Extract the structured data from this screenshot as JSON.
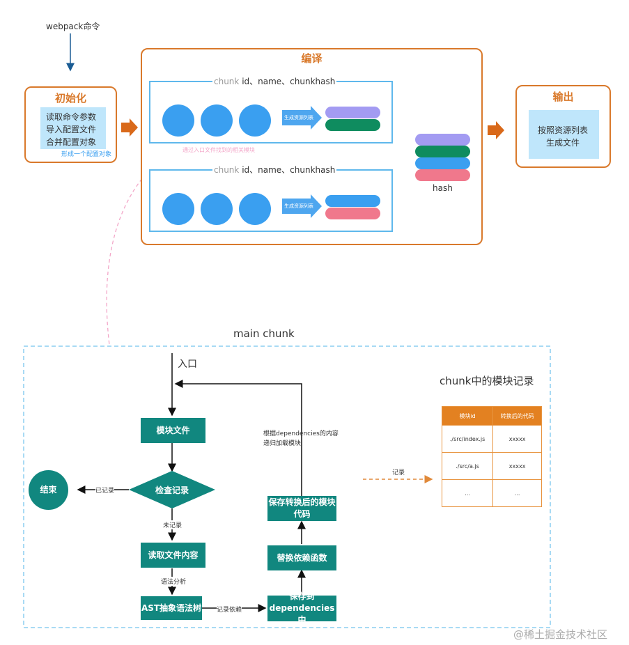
{
  "top": {
    "webpack_cmd": "webpack命令",
    "init": {
      "title": "初始化",
      "lines": [
        "读取命令参数",
        "导入配置文件",
        "合并配置对象"
      ],
      "note": "形成一个配置对象"
    },
    "compile": {
      "title": "编译",
      "chunk_label_prefix": "chunk",
      "chunk_label_suffix": " id、name、chunkhash",
      "gen_resource_label": "生成资源列表",
      "entry_note": "通过入口文件找到的相关模块",
      "hash_label": "hash"
    },
    "output": {
      "title": "输出",
      "lines": [
        "按照资源列表",
        "生成文件"
      ]
    }
  },
  "main": {
    "title": "main chunk",
    "entry": "入口",
    "module_file": "模块文件",
    "check_record": "检查记录",
    "end": "结束",
    "recorded": "已记录",
    "not_recorded": "未记录",
    "read_content": "读取文件内容",
    "syntax_analysis": "语法分析",
    "ast": "AST抽象语法树",
    "record_deps": "记录依赖",
    "save_deps_line1": "保存到",
    "save_deps_line2": "dependencies中",
    "replace_fn": "替换依赖函数",
    "save_code_line1": "保存转换后的模块",
    "save_code_line2": "代码",
    "recursive_line1": "根据dependencies的内容",
    "recursive_line2": "递归加载模块",
    "record": "记录",
    "records_title": "chunk中的模块记录",
    "table": {
      "headers": [
        "模块id",
        "转换后的代码"
      ],
      "rows": [
        [
          "./src/index.js",
          "xxxxx"
        ],
        [
          "./src/a.js",
          "xxxxx"
        ],
        [
          "...",
          "..."
        ]
      ]
    }
  },
  "watermark": "@稀土掘金技术社区",
  "colors": {
    "orange": "#d9792b",
    "teal": "#11877f",
    "blue": "#3a9ff0",
    "purple": "#a39bf2",
    "green": "#0f8c5f",
    "pink": "#f0788c",
    "lightblue": "#bfe6fb"
  }
}
